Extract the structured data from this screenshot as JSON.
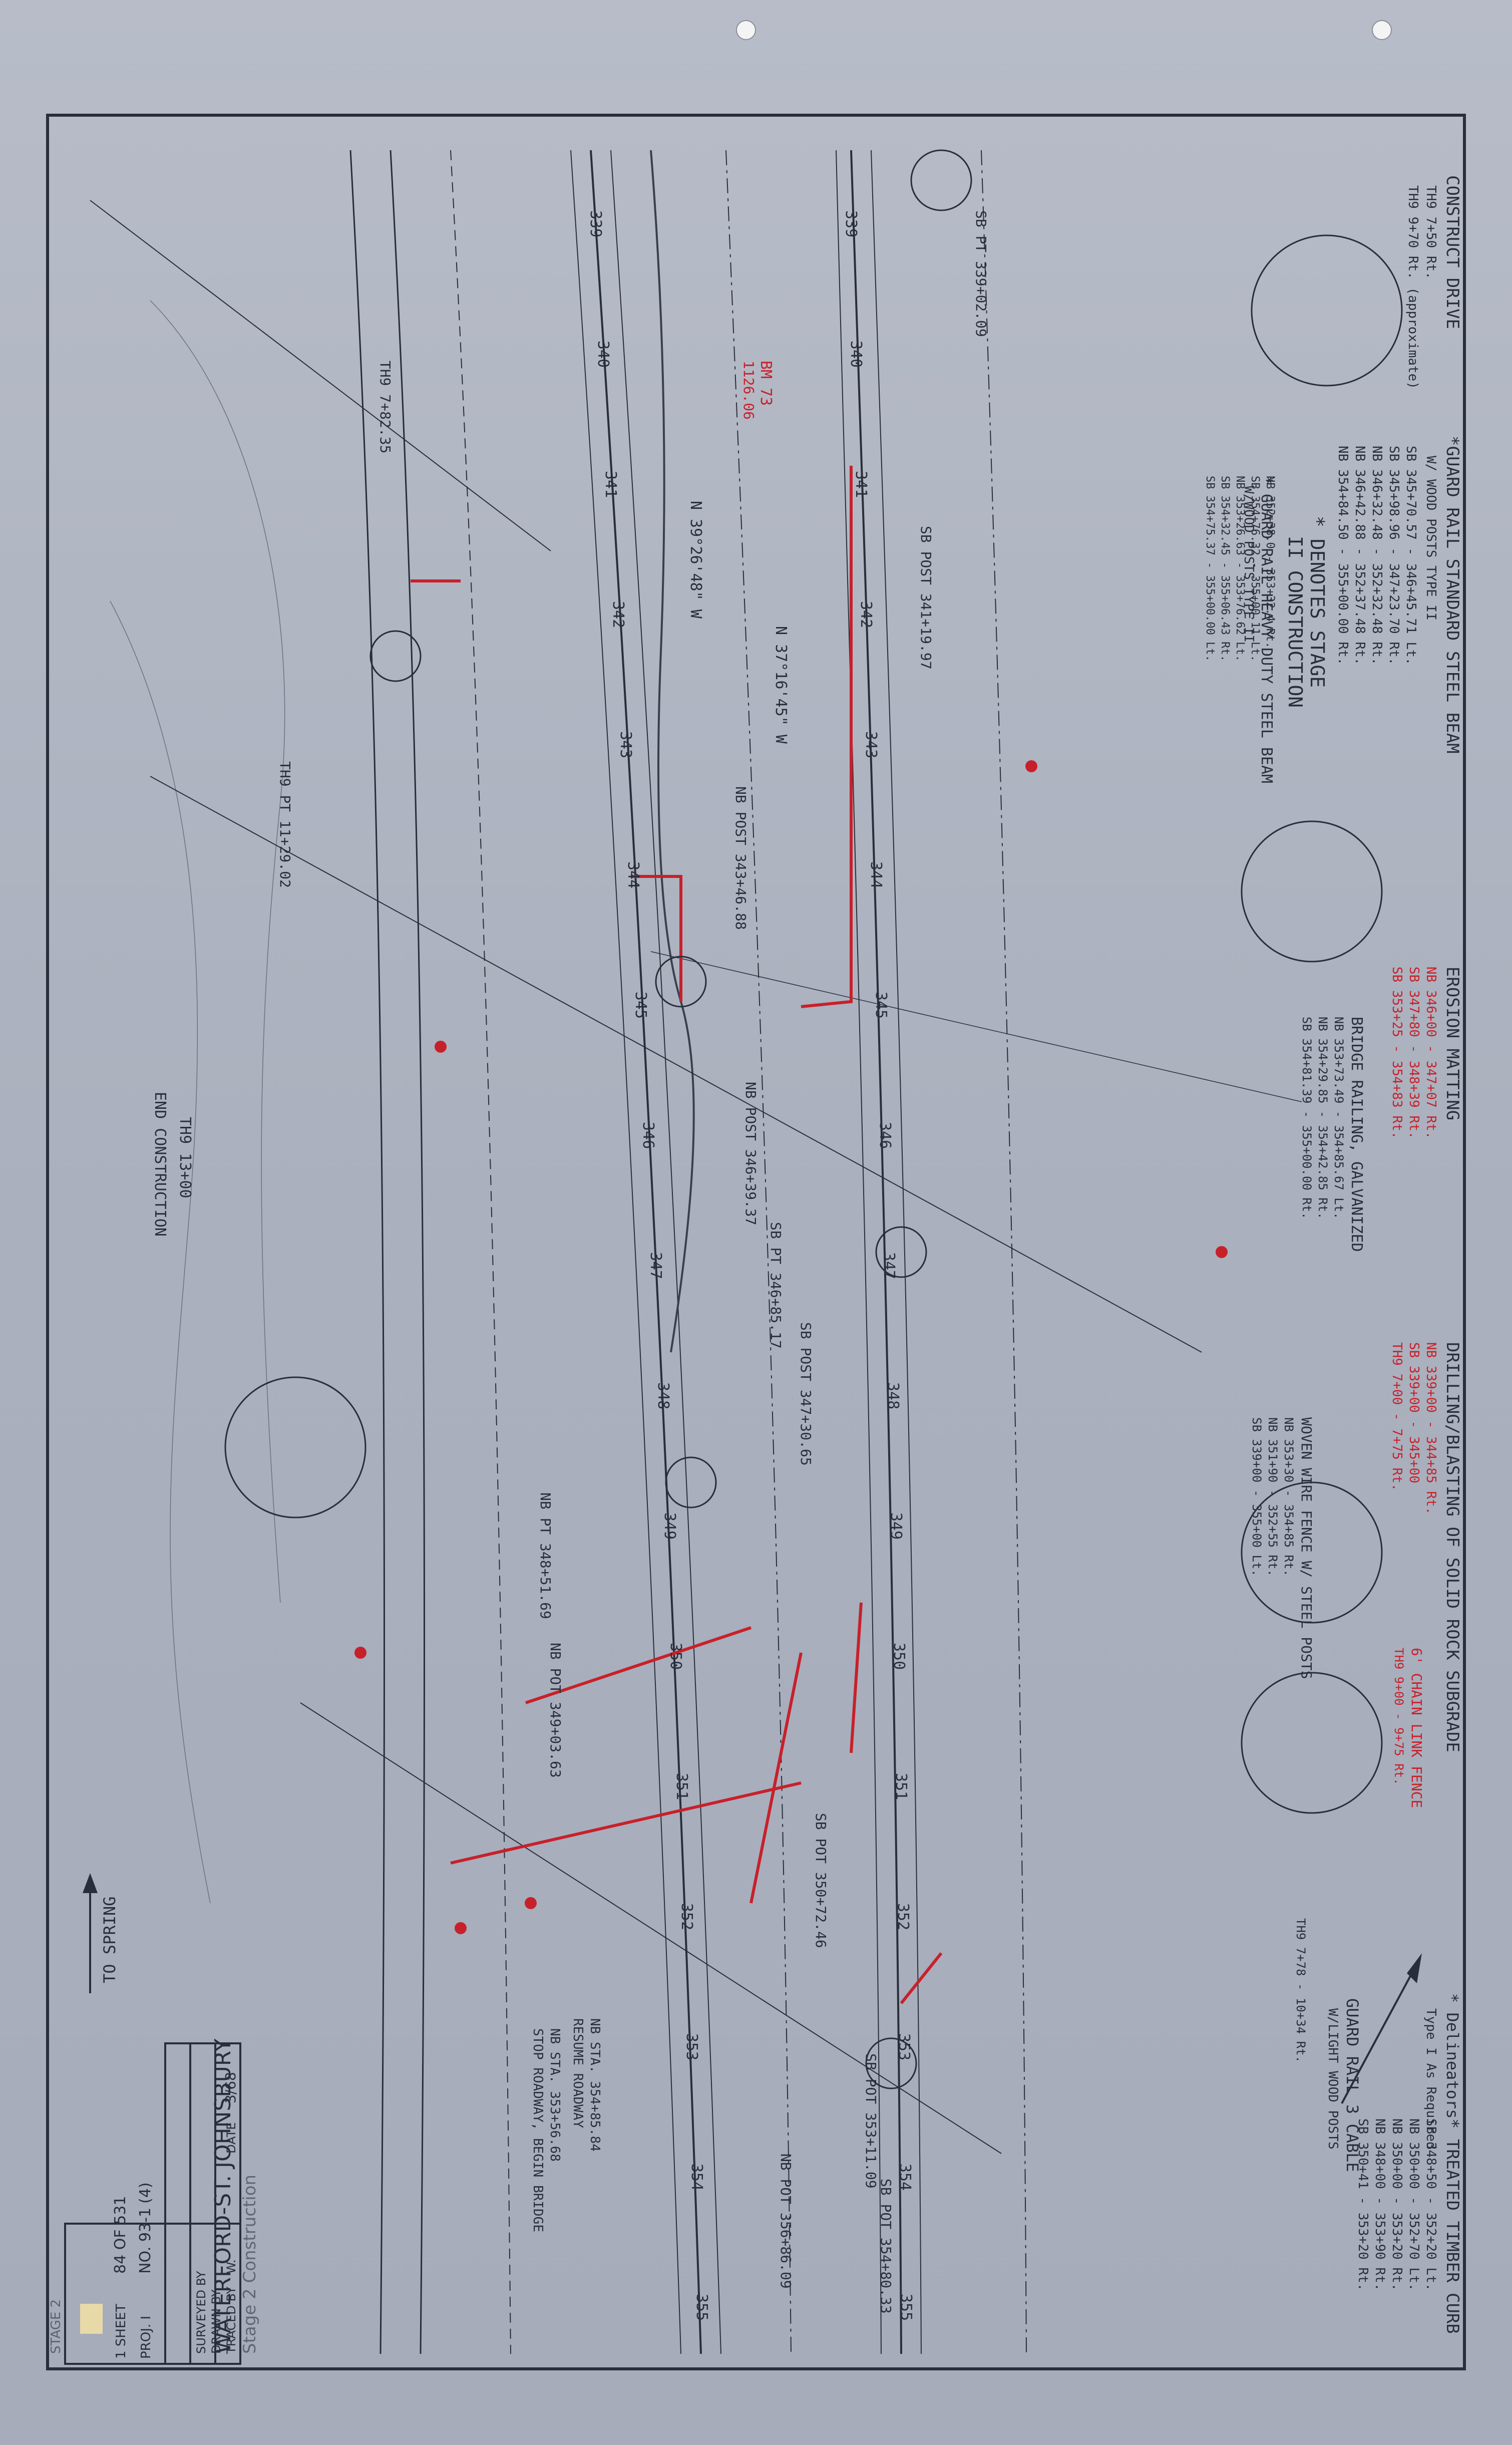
{
  "notes": {
    "construct_drive": {
      "heading": "CONSTRUCT DRIVE",
      "lines": [
        "TH9 7+50 Rt.",
        "TH9 9+70 Rt. (approximate)"
      ]
    },
    "guard_rail_standard": {
      "heading": "*GUARD RAIL STANDARD STEEL BEAM",
      "subheading": "W/ WOOD POSTS TYPE II",
      "lines": [
        "SB 345+70.57 - 346+45.71 Lt.",
        "SB 345+98.96 - 347+23.70 Rt.",
        "NB 346+32.48 - 352+32.48 Rt.",
        "NB 346+42.88 - 352+37.48 Rt.",
        "NB 354+84.50 - 355+00.00 Rt."
      ]
    },
    "stage_note": {
      "line1": "* DENOTES STAGE",
      "line2": "II CONSTRUCTION"
    },
    "guard_rail_heavy": {
      "heading": "* GUARD RAIL HEAVY DUTY STEEL BEAM",
      "subheading": "W/WOOD POSTS TYPE II",
      "lines": [
        "NB 352+38.0 - 353+32.4 Rt.",
        "SB 354+76.32 - 355+00.11 Lt.",
        "NB 353+26.63 - 353+76.62 Lt.",
        "SB 354+32.45 - 355+06.43 Rt.",
        "SB 354+75.37 - 355+00.00 Lt."
      ]
    },
    "erosion_matting": {
      "heading": "EROSION MATTING",
      "lines": [
        "NB 346+00 - 347+07 Rt.",
        "SB 347+80 - 348+39 Rt.",
        "SB 353+25 - 354+83 Rt."
      ]
    },
    "bridge_railing": {
      "heading": "BRIDGE RAILING, GALVANIZED",
      "lines": [
        "NB 353+73.49 - 354+85.67 Lt.",
        "NB 354+29.85 - 354+42.85 Rt.",
        "SB 354+81.39 - 355+00.00 Rt."
      ]
    },
    "drilling": {
      "heading": "DRILLING/BLASTING OF SOLID ROCK SUBGRADE",
      "lines": [
        "NB 339+00 - 344+85 Rt.",
        "SB 339+00 - 345+00",
        "TH9 7+00 - 7+75 Rt."
      ]
    },
    "chain_link": {
      "heading": "6' CHAIN LINK FENCE",
      "lines": [
        "TH9 9+00 - 9+75 Rt."
      ]
    },
    "woven_wire": {
      "heading": "WOVEN WIRE FENCE W/ STEEL POSTS",
      "lines": [
        "NB 353+30 - 354+85 Rt.",
        "NB 351+90 - 352+55 Rt.",
        "SB 339+00 - 355+00 Lt."
      ]
    },
    "delineators": {
      "heading": "* Delineators",
      "line": "Type I As Required"
    },
    "guard_rail_cable": {
      "heading": "GUARD RAIL 3 CABLE",
      "subheading": "W/LIGHT WOOD POSTS",
      "lines": [
        "TH9 7+78 - 10+34 Rt."
      ]
    },
    "timber_curb": {
      "heading": "* TREATED TIMBER CURB",
      "lines": [
        "SB 348+50 - 352+20 Lt.",
        "NB 350+00 - 352+70 Lt.",
        "NB 350+00 - 353+20 Rt.",
        "NB 348+00 - 353+90 Rt.",
        "SB 350+41 - 353+20 Rt."
      ]
    }
  },
  "plan_labels": {
    "stations_sb": [
      "339",
      "340",
      "341",
      "342",
      "343",
      "344",
      "345",
      "346",
      "347",
      "348",
      "349",
      "350",
      "351",
      "352",
      "353",
      "354",
      "355"
    ],
    "stations_nb": [
      "339",
      "340",
      "341",
      "342",
      "343",
      "344",
      "345",
      "346",
      "347",
      "348",
      "349",
      "350",
      "351",
      "352",
      "353",
      "354",
      "355"
    ],
    "th9_stations": [
      "TH9 7+82.35",
      "TH9 PT 11+29.02",
      "TH9 13+00",
      "END CONSTRUCTION"
    ],
    "pt_labels": [
      "SB PT 339+02.09",
      "SB POST 341+19.97",
      "NB POST 343+46.88",
      "NB POST 346+39.37",
      "SB PT 346+85.17",
      "SB POST 347+30.65",
      "NB PT 348+51.69",
      "NB POT 349+03.63",
      "SB POT 350+72.46",
      "SB POT 353+11.09",
      "NB POT 356+86.09",
      "SB POT 354+80.33"
    ],
    "bearing_1": "N 39°26'48\" W",
    "bearing_2": "N 37°16'45\" W",
    "stage_text": "Stage 2 Construction",
    "bm_label": "BM 73",
    "bm_elev": "1126.06",
    "to_spring": "TO SPRING",
    "nb_station_note": "NB STA. 353+56.68",
    "stop_roadway": "STOP ROADWAY, BEGIN BRIDGE",
    "nb_station_note_2": "NB STA. 354+85.84",
    "resume_roadway": "RESUME ROADWAY"
  },
  "title_block": {
    "project": "WATERFORD-ST. JOHNSBURY",
    "surveyed_by": "SURVEYED BY",
    "drawn_by": "DRAWN BY",
    "traced_by": "TRACED BY",
    "traced_value": "W.",
    "date_label": "DATE",
    "date_value": "3/68",
    "proj_no_label": "PROJ. I",
    "proj_no": "NO. 93-1",
    "proj_suffix": "(4)",
    "sheet_label": "SHEET",
    "sheet_value": "84 OF 531",
    "sheet_value_2": "1 SHEET 84 OF 531",
    "stage_label": "STAGE 2",
    "sheet_small": "1 SHEET"
  },
  "colors": {
    "sheet": "#aeb3bf",
    "ink": "#2a2e3a",
    "red": "#c8202a",
    "faint": "#8e93a1"
  }
}
